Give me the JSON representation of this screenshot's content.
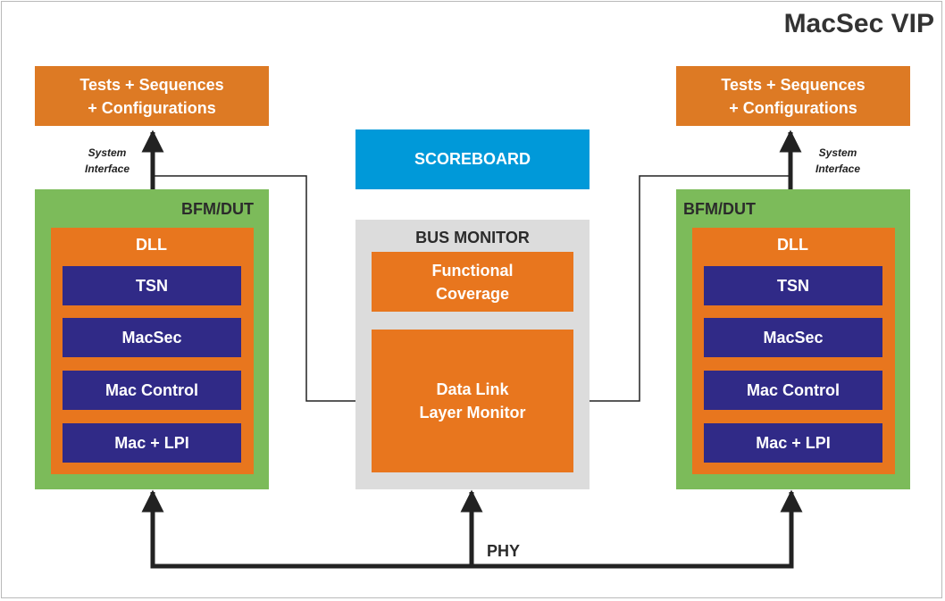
{
  "title": "MacSec VIP",
  "left": {
    "tests": "Tests + Sequences\n+ Configurations",
    "system_interface": "System\nInterface",
    "bfm_label": "BFM/DUT",
    "dll_label": "DLL",
    "layers": [
      "TSN",
      "MacSec",
      "Mac Control",
      "Mac + LPI"
    ]
  },
  "right": {
    "tests": "Tests + Sequences\n+ Configurations",
    "system_interface": "System\nInterface",
    "bfm_label": "BFM/DUT",
    "dll_label": "DLL",
    "layers": [
      "TSN",
      "MacSec",
      "Mac Control",
      "Mac + LPI"
    ]
  },
  "scoreboard": "SCOREBOARD",
  "bus_monitor": {
    "label": "BUS MONITOR",
    "coverage": "Functional\nCoverage",
    "dll_monitor": "Data Link\nLayer Monitor"
  },
  "phy_label": "PHY",
  "colors": {
    "orange": "#e8761e",
    "purple": "#302a87",
    "green": "#7cbb5a",
    "blue": "#0099d9",
    "grey": "#dcdcdc"
  }
}
